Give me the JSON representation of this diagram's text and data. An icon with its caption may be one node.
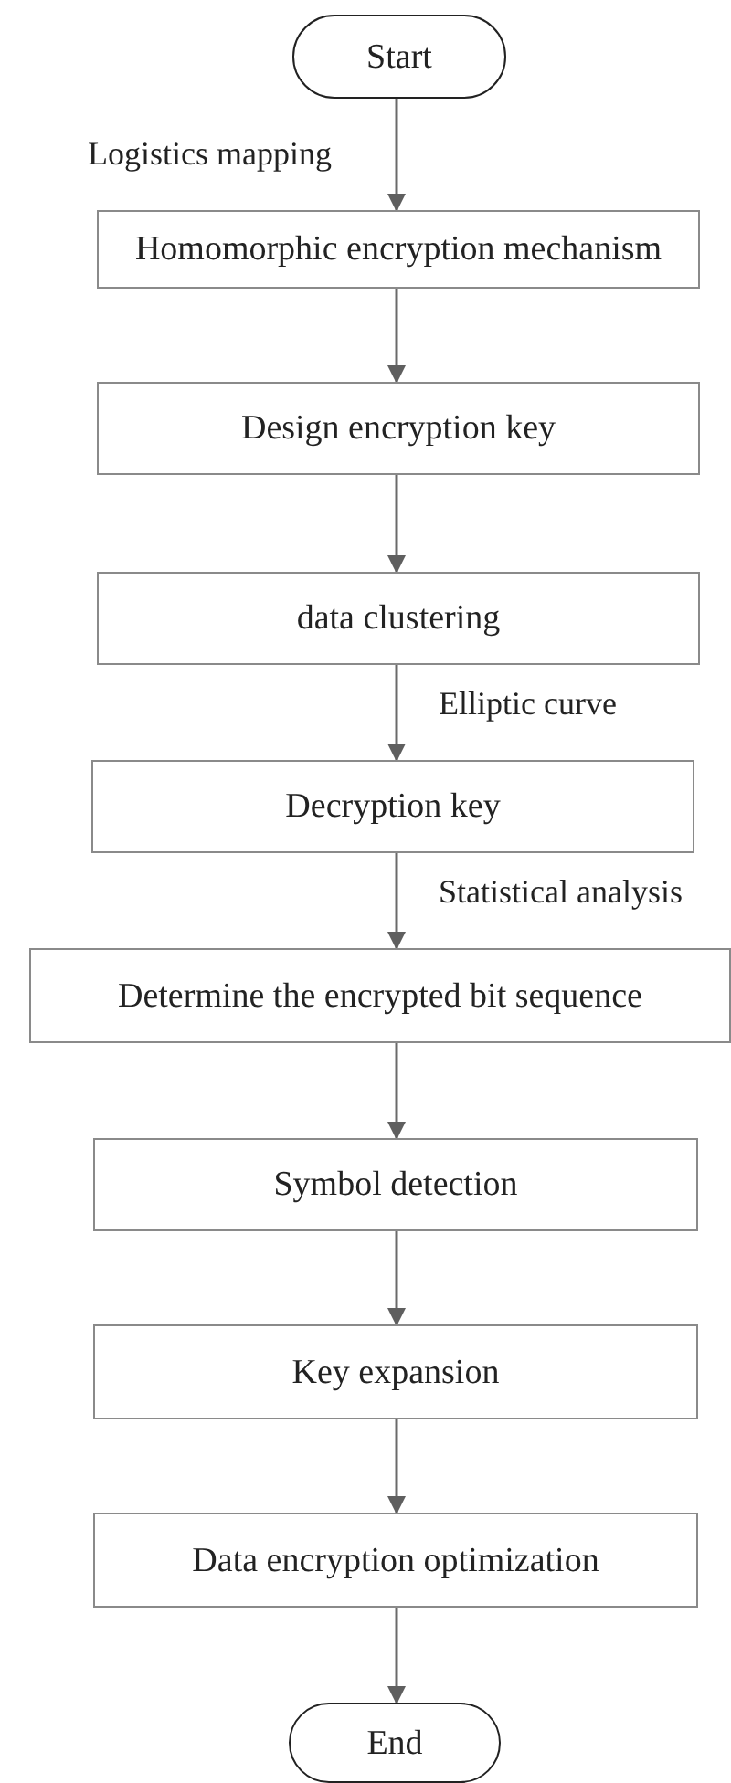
{
  "diagram": {
    "nodes": [
      {
        "text": [
          "Start"
        ]
      },
      {
        "text": [
          "Homomorphic encryption mechanism"
        ]
      },
      {
        "text": [
          "Design encryption key"
        ]
      },
      {
        "text": [
          "data clustering"
        ]
      },
      {
        "text": [
          "Decryption key"
        ]
      },
      {
        "text": [
          "Determine the encrypted bit sequence"
        ]
      },
      {
        "text": [
          "Symbol detection"
        ]
      },
      {
        "text": [
          "Key expansion"
        ]
      },
      {
        "text": [
          "Data encryption optimization"
        ]
      },
      {
        "text": [
          "End"
        ]
      }
    ],
    "edges": [
      {
        "from": 0,
        "to": 1,
        "arrow": "to",
        "label": "Logistics mapping"
      },
      {
        "from": 1,
        "to": 2,
        "arrow": "to"
      },
      {
        "from": 2,
        "to": 3,
        "arrow": "to"
      },
      {
        "from": 3,
        "to": 4,
        "arrow": "to",
        "label": "Elliptic curve"
      },
      {
        "from": 4,
        "to": 5,
        "arrow": "to",
        "label": "Statistical analysis"
      },
      {
        "from": 5,
        "to": 6,
        "arrow": "to"
      },
      {
        "from": 6,
        "to": 7,
        "arrow": "to"
      },
      {
        "from": 7,
        "to": 8,
        "arrow": "to"
      },
      {
        "from": 8,
        "to": 9,
        "arrow": "to"
      }
    ]
  }
}
